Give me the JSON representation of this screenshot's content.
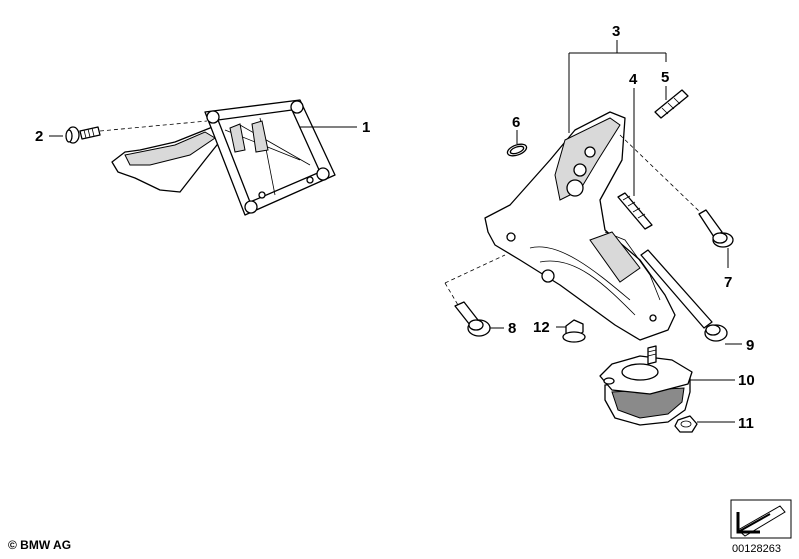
{
  "labels": {
    "p1": "1",
    "p2": "2",
    "p3": "3",
    "p4": "4",
    "p5": "5",
    "p6": "6",
    "p7": "7",
    "p8": "8",
    "p9": "9",
    "p10": "10",
    "p11": "11",
    "p12": "12"
  },
  "footer": {
    "copyright": "© BMW AG",
    "doc_number": "00128263"
  },
  "icons": {
    "corner": "arrow-corner-icon"
  }
}
